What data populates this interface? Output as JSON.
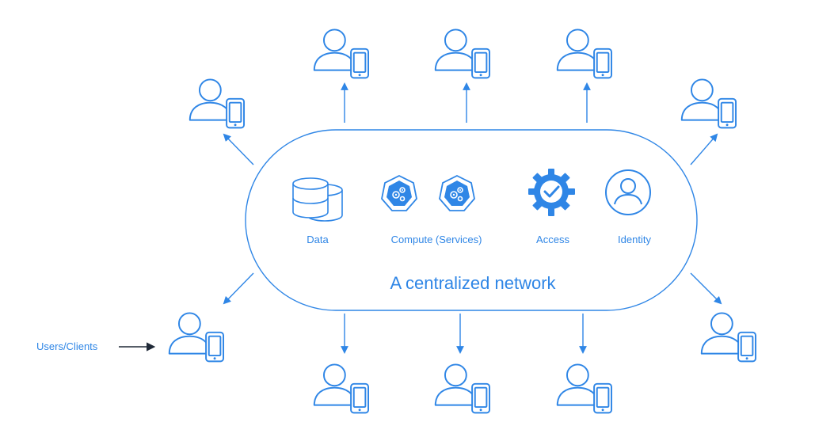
{
  "network": {
    "title": "A centralized network"
  },
  "resources": [
    {
      "key": "data",
      "label": "Data",
      "icon": "database-icon"
    },
    {
      "key": "compute",
      "label": "Compute (Services)",
      "icon": "kubernetes-icon"
    },
    {
      "key": "access",
      "label": "Access",
      "icon": "gear-check-icon"
    },
    {
      "key": "identity",
      "label": "Identity",
      "icon": "user-circle-icon"
    }
  ],
  "clients_label": "Users/Clients",
  "colors": {
    "accent": "#2f86e6",
    "dark": "#1f2937"
  },
  "icons": {
    "user": "user-device-icon",
    "arrow": "arrow-icon"
  }
}
